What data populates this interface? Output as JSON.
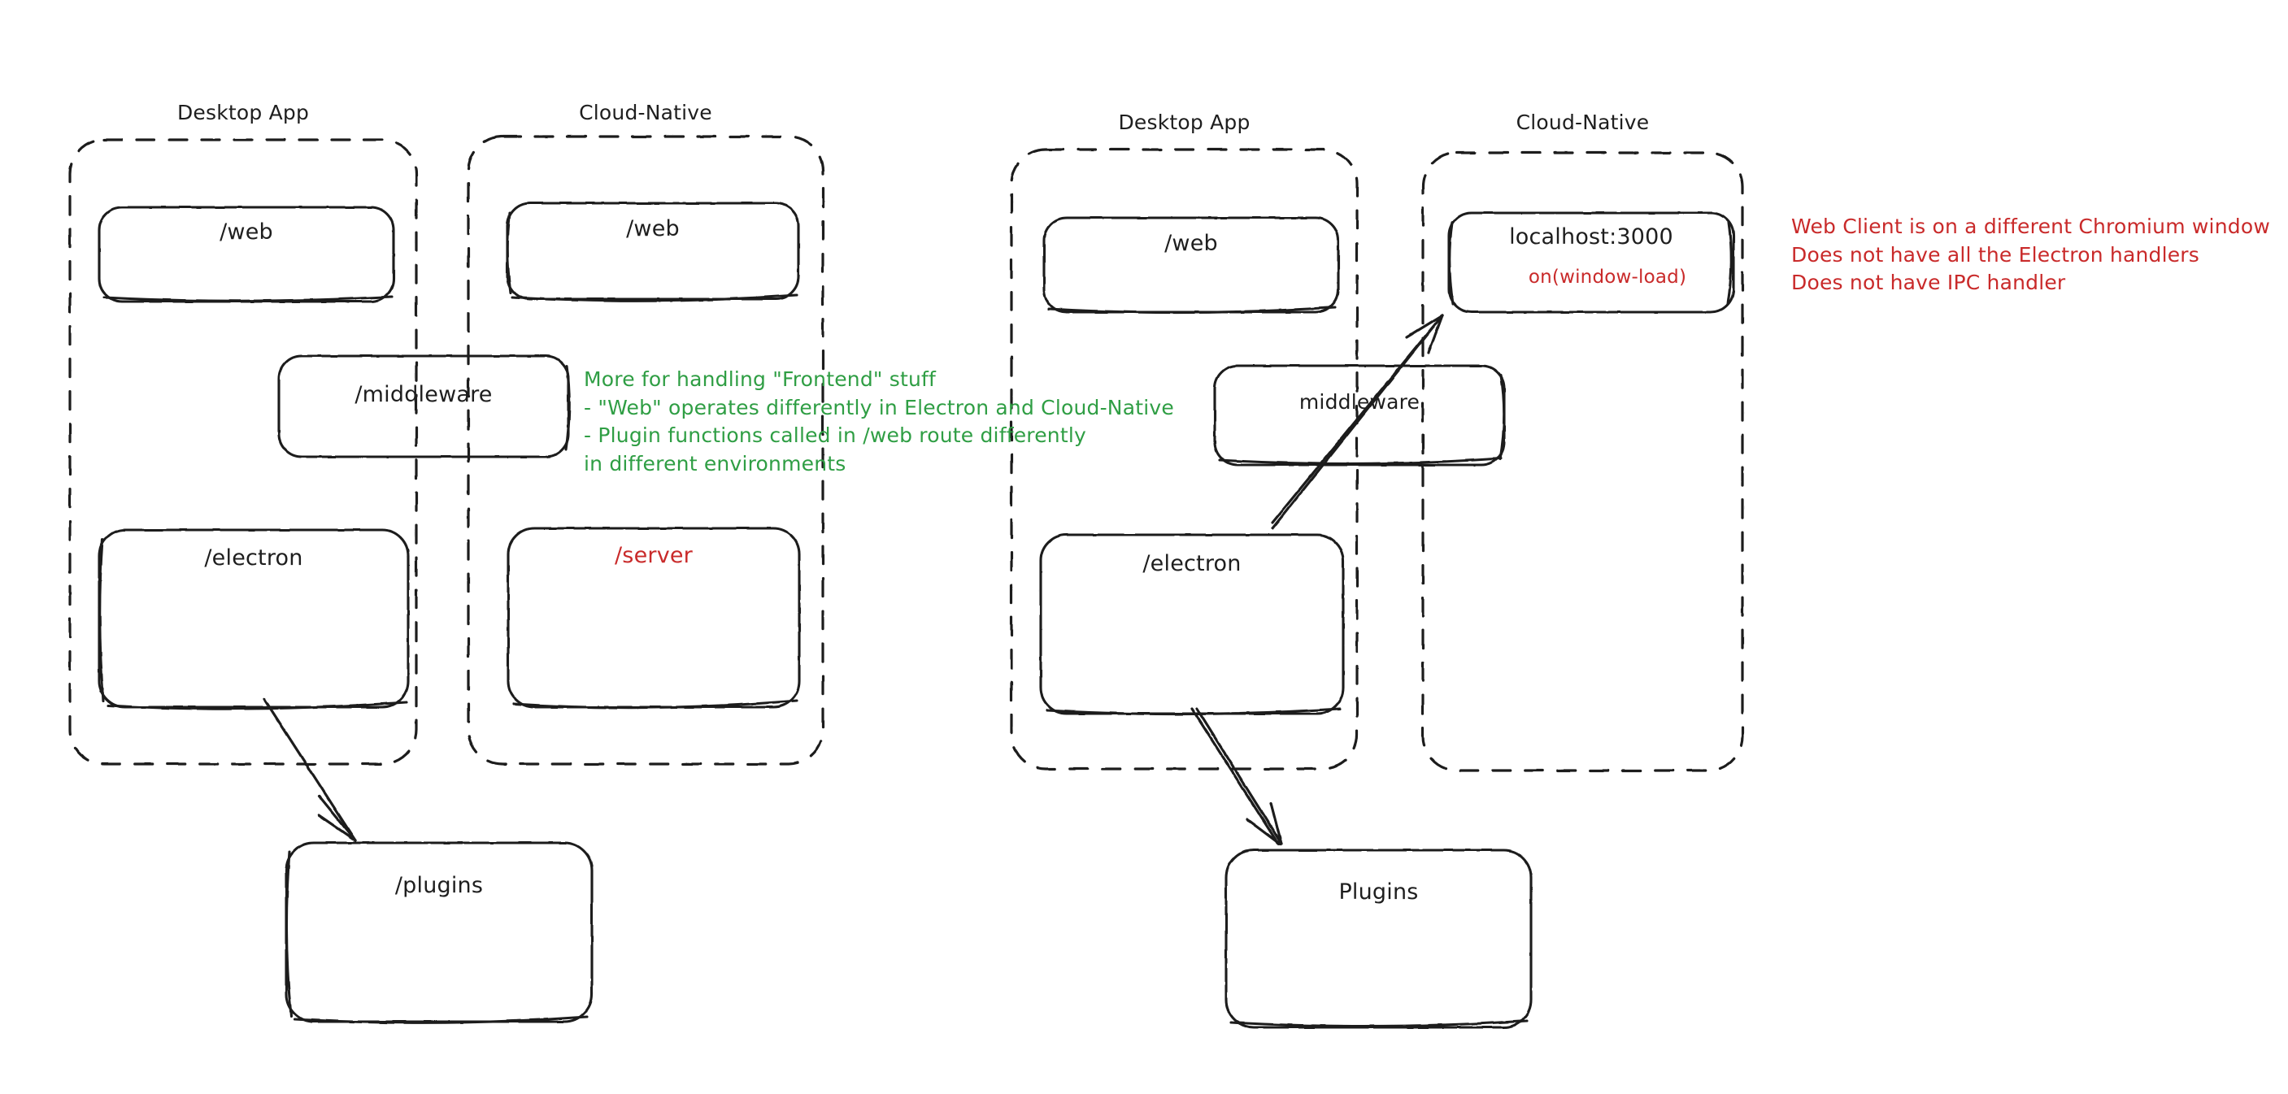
{
  "diagram": {
    "title": "Electron vs Cloud-Native architecture sketch",
    "style": "hand-drawn",
    "background": "#ffffff",
    "colors": {
      "stroke": "#1e1e1e",
      "green": "#2f9e44",
      "red": "#c92a2a"
    }
  },
  "left_half": {
    "groups": [
      {
        "id": "left-desktop-app",
        "title": "Desktop App"
      },
      {
        "id": "left-cloud-native",
        "title": "Cloud-Native"
      }
    ],
    "nodes": [
      {
        "id": "left-desktop-web",
        "label": "/web",
        "color": "#1e1e1e"
      },
      {
        "id": "left-cloud-web",
        "label": "/web",
        "color": "#1e1e1e"
      },
      {
        "id": "left-middleware",
        "label": "/middleware",
        "color": "#1e1e1e"
      },
      {
        "id": "left-electron",
        "label": "/electron",
        "color": "#1e1e1e"
      },
      {
        "id": "left-server",
        "label": "/server",
        "color": "#c92a2a"
      },
      {
        "id": "left-plugins",
        "label": "/plugins",
        "color": "#1e1e1e"
      }
    ],
    "note_green": "More for handling \"Frontend\" stuff\n- \"Web\" operates differently in Electron and Cloud-Native\n- Plugin functions called in /web route differently\nin different environments",
    "arrows": [
      {
        "id": "arrow-electron-to-plugins",
        "from": "left-electron",
        "to": "left-plugins"
      }
    ]
  },
  "right_half": {
    "groups": [
      {
        "id": "right-desktop-app",
        "title": "Desktop App"
      },
      {
        "id": "right-cloud-native",
        "title": "Cloud-Native"
      }
    ],
    "nodes": [
      {
        "id": "right-desktop-web",
        "label": "/web",
        "color": "#1e1e1e"
      },
      {
        "id": "right-localhost",
        "label": "localhost:3000",
        "sub": "on(window-load)",
        "color": "#1e1e1e",
        "sub_color": "#c92a2a"
      },
      {
        "id": "right-middleware",
        "label": "middleware",
        "color": "#1e1e1e"
      },
      {
        "id": "right-electron",
        "label": "/electron",
        "color": "#1e1e1e"
      },
      {
        "id": "right-plugins",
        "label": "Plugins",
        "color": "#1e1e1e"
      }
    ],
    "note_red": "Web Client is on a different Chromium window\nDoes not have all the Electron handlers\nDoes not have IPC handler",
    "arrows": [
      {
        "id": "arrow-electron-to-localhost",
        "from": "right-electron",
        "to": "right-localhost"
      },
      {
        "id": "arrow-electron-to-plugins",
        "from": "right-electron",
        "to": "right-plugins"
      }
    ]
  }
}
